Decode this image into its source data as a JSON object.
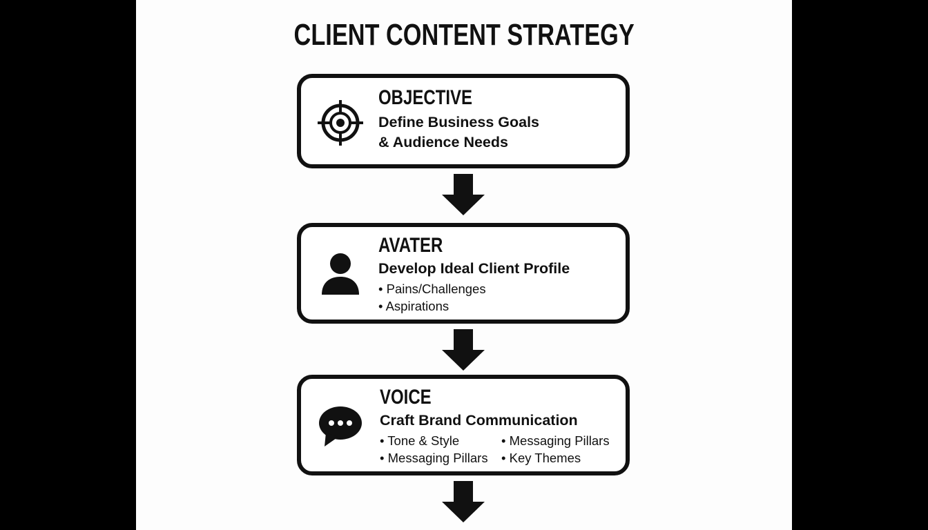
{
  "title": "CLIENT CONTENT STRATEGY",
  "steps": [
    {
      "heading": "OBJECTIVE",
      "subtitle_lines": [
        "Define Business Goals",
        "& Audience Needs"
      ],
      "icon": "target-icon"
    },
    {
      "heading": "AVATER",
      "subtitle": "Develop Ideal Client Profile",
      "bullets": [
        "• Pains/Challenges",
        "• Aspirations"
      ],
      "icon": "person-icon"
    },
    {
      "heading": "VOICE",
      "subtitle": "Craft Brand Communication",
      "bullets": [
        "• Tone & Style",
        "• Messaging Pillars",
        "• Messaging Pillars",
        "• Key Themes"
      ],
      "icon": "speech-bubble-icon"
    }
  ]
}
